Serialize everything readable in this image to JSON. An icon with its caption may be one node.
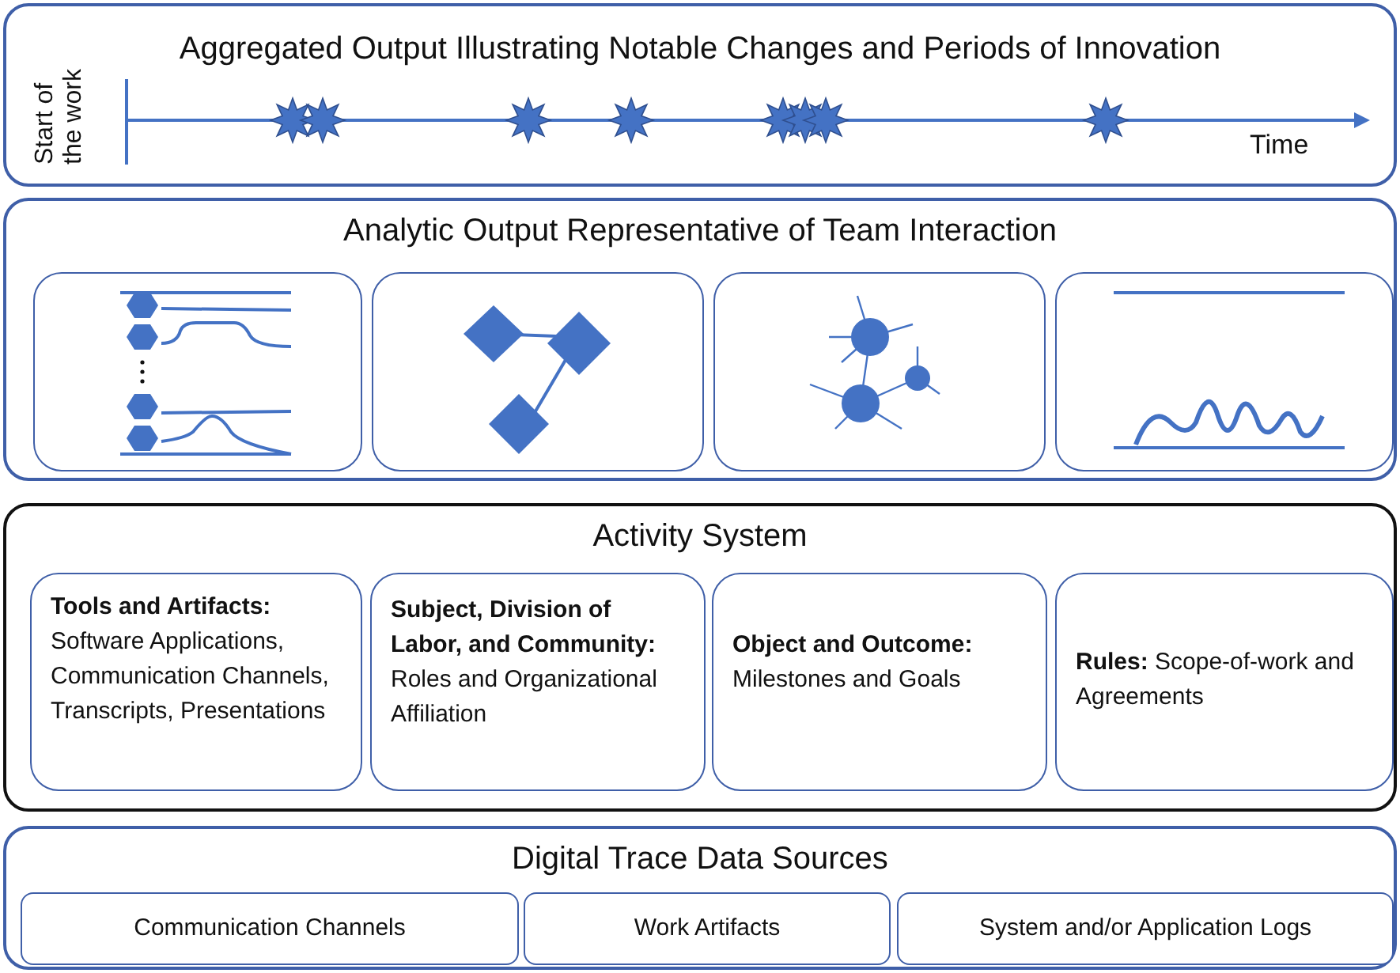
{
  "diagram": {
    "nodes": [
      {
        "text": [
          "Aggregated Output Illustrating Notable Changes and Periods of Innovation",
          "Start of the work",
          "Time"
        ]
      },
      {
        "text": [
          "Analytic Output Representative of Team Interaction"
        ]
      },
      {
        "text": [],
        "shape": "picture",
        "in": 1
      },
      {
        "text": [],
        "shape": "picture",
        "in": 1
      },
      {
        "text": [],
        "shape": "picture",
        "in": 1
      },
      {
        "text": [],
        "shape": "picture",
        "in": 1
      },
      {
        "text": [
          "Activity System"
        ]
      },
      {
        "text": [
          "**Tools and Artifacts:** Software Applications, Communication Channels, Transcripts, Presentations"
        ],
        "in": 6
      },
      {
        "text": [
          "**Subject, Division of Labor, and Community:** Roles and Organizational Affiliation"
        ],
        "in": 6
      },
      {
        "text": [
          "**Object and Outcome:** Milestones and Goals"
        ],
        "in": 6
      },
      {
        "text": [
          "**Rules:** Scope-of-work and Agreements"
        ],
        "in": 6
      },
      {
        "text": [
          "Digital Trace Data Sources"
        ]
      },
      {
        "text": [
          "Communication Channels"
        ],
        "in": 11
      },
      {
        "text": [
          "Work Artifacts"
        ],
        "in": 11
      },
      {
        "text": [
          "System and/or Application Logs"
        ],
        "in": 11
      }
    ],
    "edges": []
  }
}
